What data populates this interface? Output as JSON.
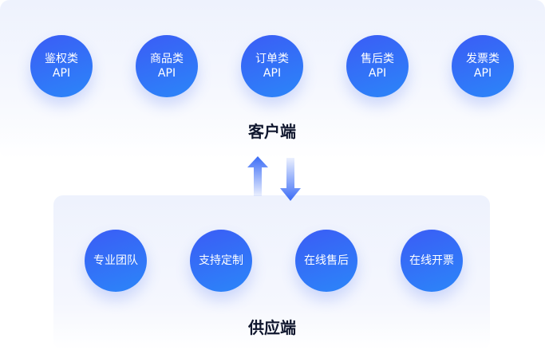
{
  "client": {
    "title": "客户端",
    "items": [
      {
        "line1": "鉴权类",
        "line2": "API"
      },
      {
        "line1": "商品类",
        "line2": "API"
      },
      {
        "line1": "订单类",
        "line2": "API"
      },
      {
        "line1": "售后类",
        "line2": "API"
      },
      {
        "line1": "发票类",
        "line2": "API"
      }
    ]
  },
  "supplier": {
    "title": "供应端",
    "items": [
      "专业团队",
      "支持定制",
      "在线售后",
      "在线开票"
    ]
  },
  "colors": {
    "circle_start": "#3b5cf5",
    "circle_end": "#2b86f9",
    "title": "#10172e"
  }
}
